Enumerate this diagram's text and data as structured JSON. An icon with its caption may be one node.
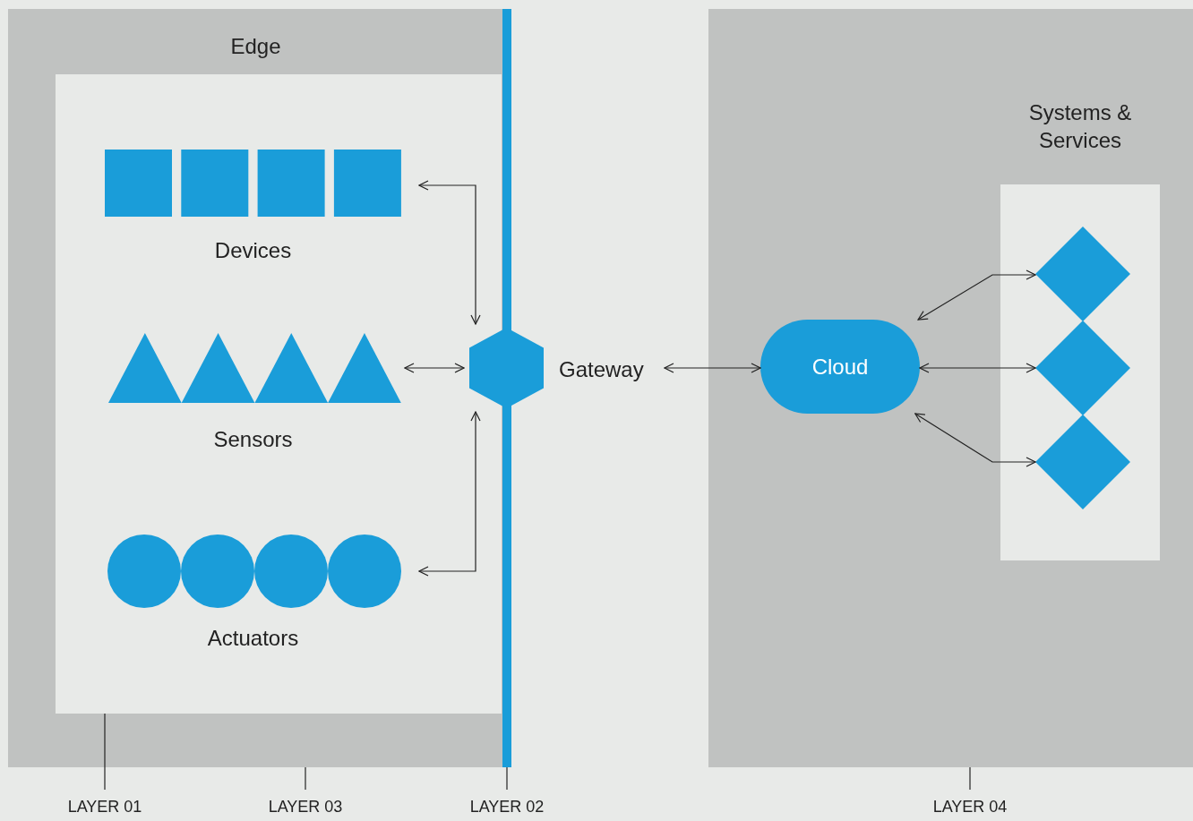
{
  "diagram": {
    "nodes": [
      {
        "text": [
          "Edge"
        ]
      },
      {
        "text": [],
        "shape": "box",
        "in": 0
      },
      {
        "text": [
          "Devices"
        ],
        "in": 1
      },
      {
        "text": [
          "Sensors"
        ],
        "in": 1
      },
      {
        "text": [
          "Actuators"
        ],
        "in": 1
      },
      {
        "text": [
          "Gateway"
        ]
      },
      {
        "text": [],
        "shape": "bar"
      },
      {
        "text": [],
        "shape": "box"
      },
      {
        "text": [
          "Cloud"
        ],
        "in": 7
      },
      {
        "text": [
          "Systems & Services"
        ],
        "in": 7
      },
      {
        "text": [],
        "shape": "diamond",
        "in": 9
      },
      {
        "text": [],
        "shape": "diamond",
        "in": 9
      },
      {
        "text": [],
        "shape": "diamond",
        "in": 9
      },
      {
        "text": [
          "LAYER 01"
        ]
      },
      {
        "text": [
          "LAYER 03"
        ]
      },
      {
        "text": [
          "LAYER 02"
        ]
      },
      {
        "text": [
          "LAYER 04"
        ]
      }
    ],
    "edges": [
      {
        "from": 2,
        "to": 5,
        "arrow": "both"
      },
      {
        "from": 3,
        "to": 5,
        "arrow": "both"
      },
      {
        "from": 4,
        "to": 5,
        "arrow": "both"
      },
      {
        "from": 5,
        "to": 8,
        "arrow": "both"
      },
      {
        "from": 8,
        "to": 10,
        "arrow": "both"
      },
      {
        "from": 8,
        "to": 11,
        "arrow": "both"
      },
      {
        "from": 8,
        "to": 12,
        "arrow": "both"
      },
      {
        "from": 13,
        "to": 1,
        "arrow": "none"
      },
      {
        "from": 14,
        "to": 0,
        "arrow": "none"
      },
      {
        "from": 15,
        "to": 6,
        "arrow": "none"
      },
      {
        "from": 16,
        "to": 7,
        "arrow": "none"
      }
    ]
  }
}
